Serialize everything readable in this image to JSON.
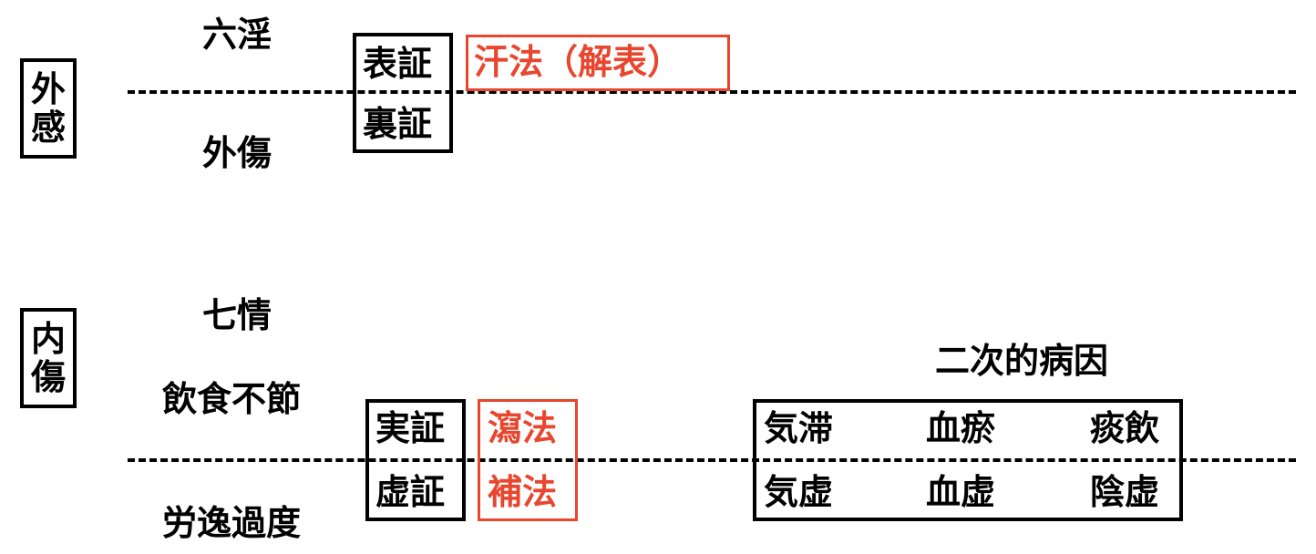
{
  "accent_red": "#e8462e",
  "gaikan": {
    "label_top": "外",
    "label_bottom": "感",
    "upper_cause": "六淫",
    "lower_cause": "外傷"
  },
  "naisho": {
    "label_top": "内",
    "label_bottom": "傷",
    "causes": [
      "七情",
      "飲食不節",
      "労逸過度"
    ]
  },
  "exterior_interior": {
    "hyoshou": "表証",
    "rishou": "裏証",
    "treatment": "汗法（解表）"
  },
  "excess_deficiency": {
    "jisshou": "実証",
    "kyoshou": "虚証",
    "shaho": "瀉法",
    "hoho": "補法"
  },
  "secondary": {
    "title": "二次的病因",
    "excess_row": [
      "気滞",
      "血瘀",
      "痰飲"
    ],
    "deficiency_row": [
      "気虚",
      "血虚",
      "陰虚"
    ]
  }
}
